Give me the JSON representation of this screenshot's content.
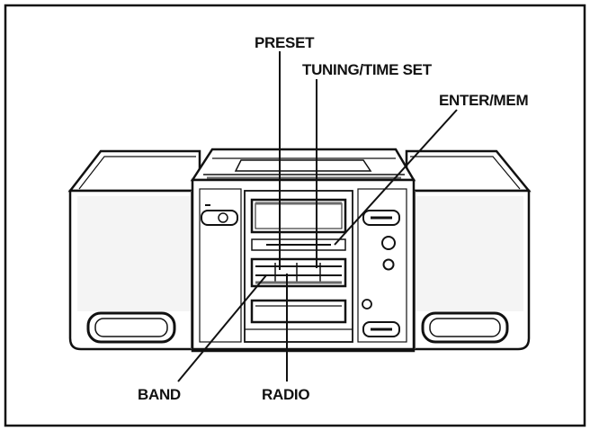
{
  "callouts": {
    "preset": "PRESET",
    "tuning_time_set": "TUNING/TIME SET",
    "enter_mem": "ENTER/MEM",
    "band": "BAND",
    "radio": "RADIO"
  },
  "colors": {
    "ink": "#111111",
    "panel_fill": "#ffffff",
    "shade": "#6a6a6a",
    "speaker_grille": "#f4f4f4"
  }
}
